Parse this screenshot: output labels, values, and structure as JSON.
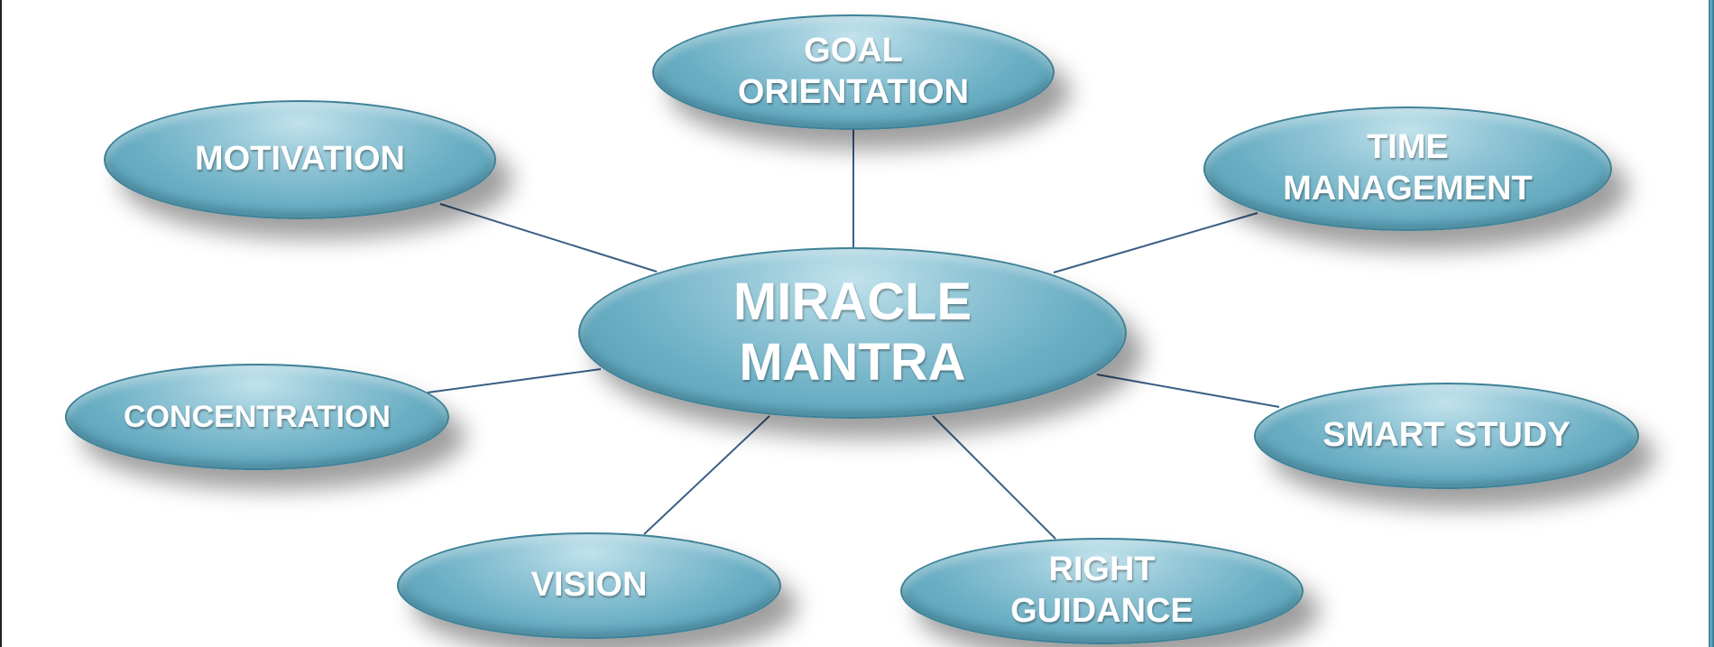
{
  "center": {
    "label": "MIRACLE\nMANTRA"
  },
  "nodes": [
    {
      "id": "goal",
      "label": "GOAL\nORIENTATION"
    },
    {
      "id": "motivation",
      "label": "MOTIVATION"
    },
    {
      "id": "time",
      "label": "TIME\nMANAGEMENT"
    },
    {
      "id": "concentration",
      "label": "CONCENTRATION"
    },
    {
      "id": "smart",
      "label": "SMART STUDY"
    },
    {
      "id": "vision",
      "label": "VISION"
    },
    {
      "id": "guidance",
      "label": "RIGHT\nGUIDANCE"
    }
  ],
  "colors": {
    "node_fill": "#6aaec3",
    "node_border": "#3e8196",
    "connector": "#3b5f86",
    "text": "#ffffff"
  }
}
